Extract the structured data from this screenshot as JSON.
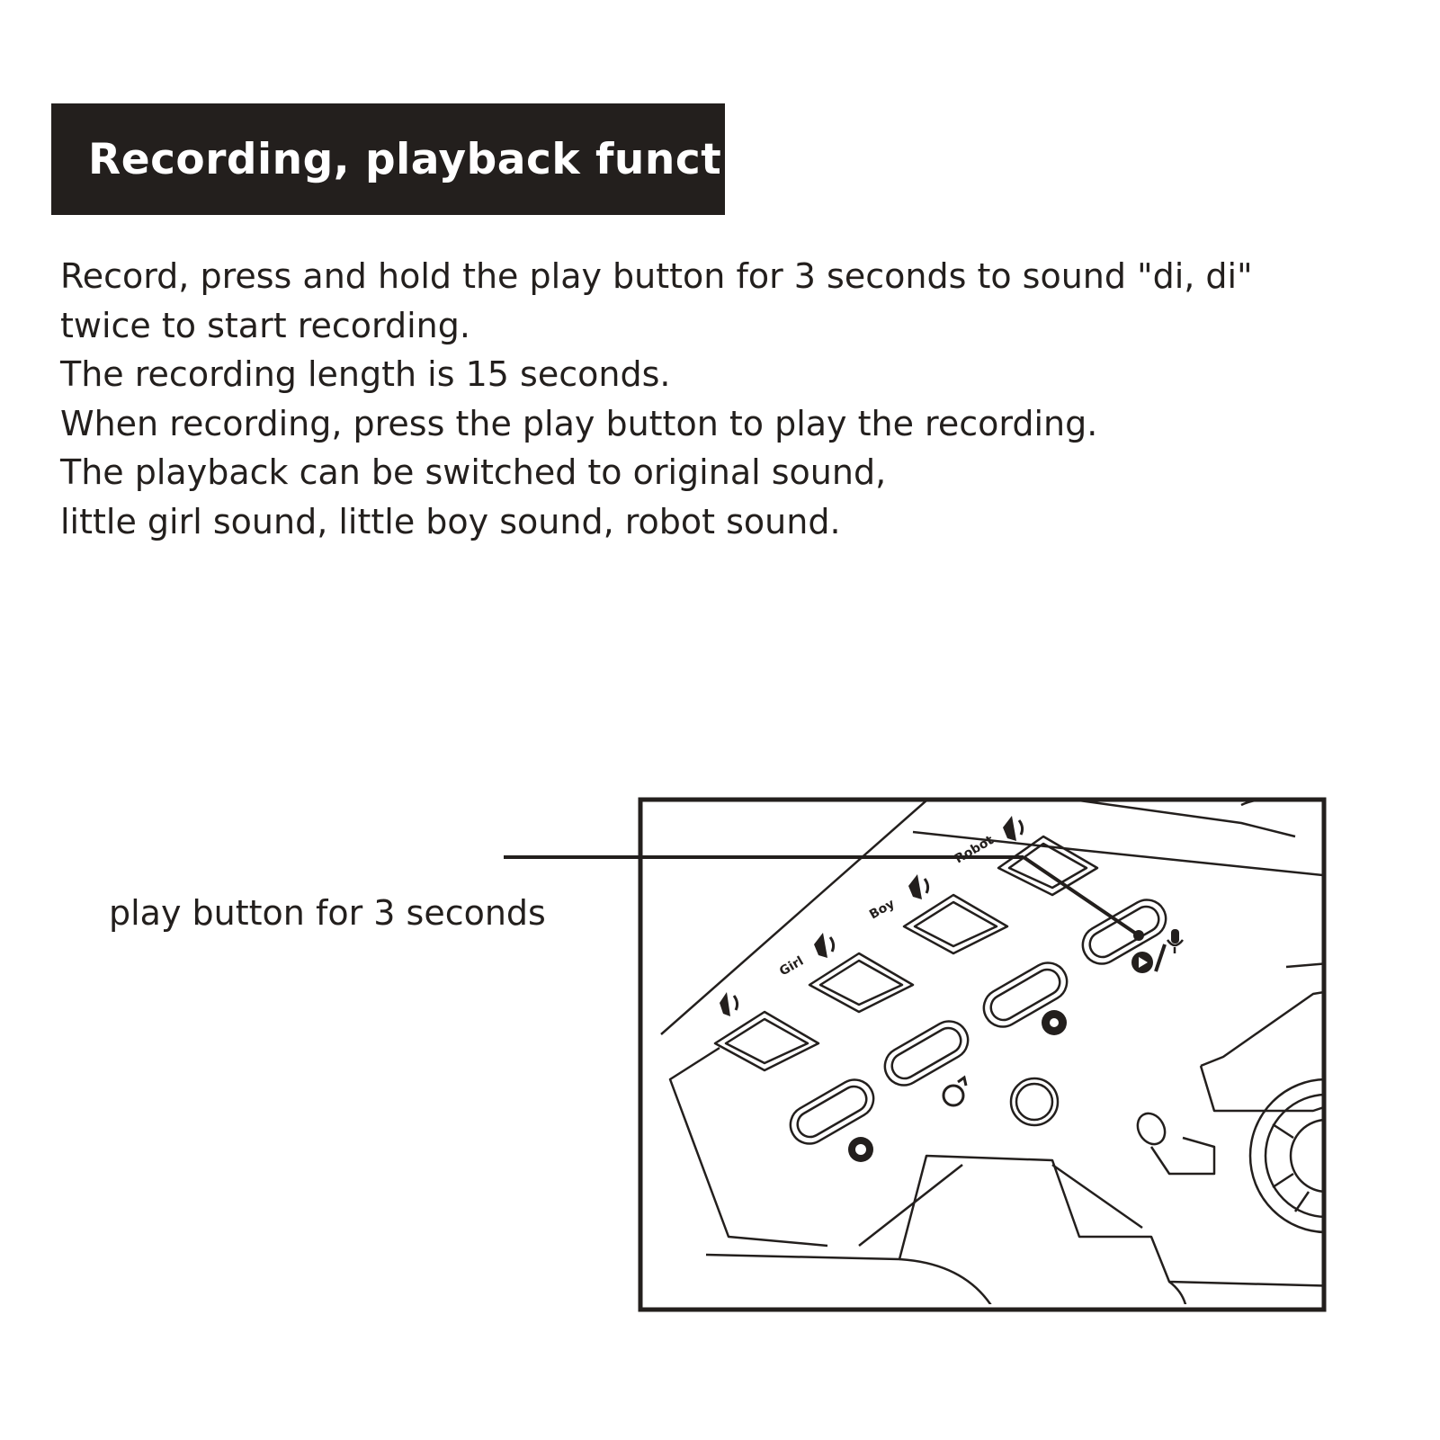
{
  "header": {
    "title": "Recording, playback function"
  },
  "instructions": [
    "Record, press and hold the play button for 3 seconds to sound \"di, di\"",
    "twice to start recording.",
    "The recording length is 15 seconds.",
    "When recording, press the play button to play the recording.",
    "The playback can be switched to original sound,",
    "little girl sound, little boy sound, robot sound."
  ],
  "callout": {
    "label": "play button for 3 seconds"
  },
  "panel": {
    "labels": {
      "girl": "Girl",
      "boy": "Boy",
      "robot": "Robot"
    },
    "icons": [
      "speaker-icon",
      "play-icon",
      "microphone-icon",
      "music-disc-icon",
      "power-icon",
      "music-note-icon"
    ],
    "colors": {
      "ink": "#231f1d",
      "paper": "#ffffff"
    }
  }
}
